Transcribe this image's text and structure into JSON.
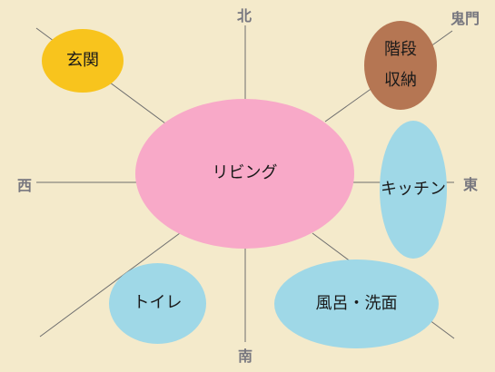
{
  "directions": {
    "north": "北",
    "south": "南",
    "west": "西",
    "east": "東",
    "kimon": "鬼門"
  },
  "rooms": {
    "entrance": "玄関",
    "stairs_storage": [
      "階段",
      "収納"
    ],
    "living": "リビング",
    "kitchen": "キッチン",
    "toilet": "トイレ",
    "bath_wash": "風呂・洗面"
  },
  "colors": {
    "background": "#f4eacb",
    "living": "#f8a9c8",
    "entrance": "#f8c41d",
    "stairs_storage": "#b57653",
    "water_rooms": "#9fd8e7",
    "lines": "#6e6e6e",
    "direction_text": "#77777f"
  }
}
